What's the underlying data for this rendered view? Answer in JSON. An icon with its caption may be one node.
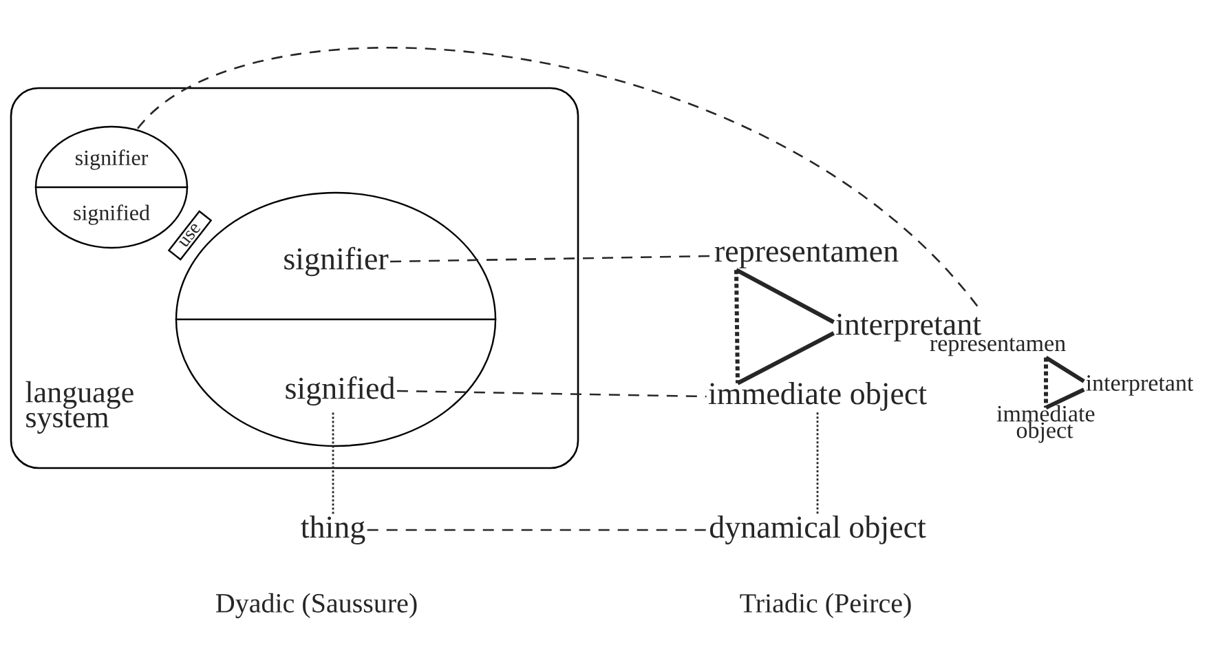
{
  "diagram": {
    "nodes": [
      {
        "text": [
          "language system"
        ]
      },
      {
        "text": [
          "signifier",
          "signified"
        ],
        "in": 0
      },
      {
        "text": [
          "use"
        ],
        "in": 0
      },
      {
        "text": [
          "signifier",
          "signified"
        ],
        "in": 0
      },
      {
        "text": [
          "representamen"
        ]
      },
      {
        "text": [
          "interpretant"
        ]
      },
      {
        "text": [
          "immediate object"
        ]
      },
      {
        "text": [
          "thing"
        ]
      },
      {
        "text": [
          "dynamical object"
        ]
      },
      {
        "text": [
          "representamen"
        ]
      },
      {
        "text": [
          "interpretant"
        ]
      },
      {
        "text": [
          "immediate object"
        ]
      }
    ],
    "edges": [
      {
        "from": 3,
        "to": 4,
        "arrow": "none",
        "style": "dashed"
      },
      {
        "from": 3,
        "to": 6,
        "arrow": "none",
        "style": "dashed"
      },
      {
        "from": 3,
        "to": 7,
        "arrow": "none",
        "style": "dashed"
      },
      {
        "from": 7,
        "to": 8,
        "arrow": "none",
        "style": "dashed"
      },
      {
        "from": 6,
        "to": 8,
        "arrow": "none",
        "style": "dashed"
      },
      {
        "from": 4,
        "to": 5,
        "arrow": "none",
        "style": "thick"
      },
      {
        "from": 6,
        "to": 5,
        "arrow": "none",
        "style": "thick"
      },
      {
        "from": 4,
        "to": 6,
        "arrow": "none",
        "style": "dashed"
      },
      {
        "from": 9,
        "to": 10,
        "arrow": "none",
        "style": "thick"
      },
      {
        "from": 11,
        "to": 10,
        "arrow": "none",
        "style": "thick"
      },
      {
        "from": 9,
        "to": 11,
        "arrow": "none",
        "style": "dashed"
      },
      {
        "from": 1,
        "to": 9,
        "arrow": "none",
        "style": "dashed"
      }
    ],
    "labels": [
      "Dyadic (Saussure)",
      "Triadic (Peirce)"
    ]
  }
}
